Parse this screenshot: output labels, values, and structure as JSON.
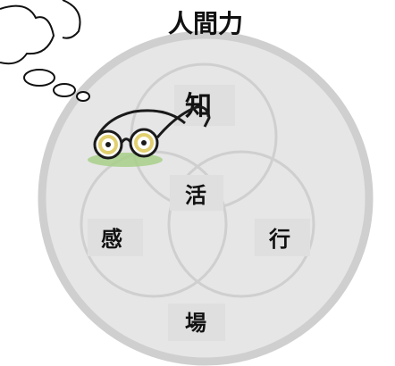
{
  "diagram": {
    "title": "人間力",
    "labels": {
      "knowledge": "知",
      "sense": "感",
      "action": "行",
      "use": "活",
      "place": "場"
    }
  },
  "colors": {
    "outer_circle_fill": "#e6e6e6",
    "outer_circle_stroke": "#cfcfcf",
    "inner_circle_stroke": "#cfcfcf",
    "label_box": "#dfdfdf",
    "text": "#111111",
    "glasses_frame": "#1a1a1a",
    "lens_ring": "#e2d070",
    "shadow": "#a8cf8a"
  },
  "icons": [
    "thought-bubble-icon",
    "glasses-icon"
  ]
}
